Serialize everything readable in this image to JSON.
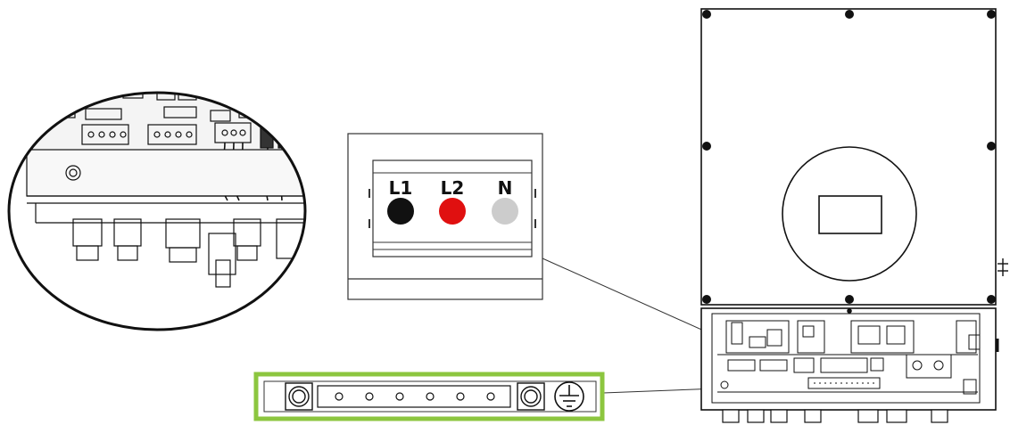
{
  "terminal_labels": [
    "L1",
    "L2",
    "N"
  ],
  "colors": {
    "l1_terminal": "#111111",
    "l2_terminal": "#e01010",
    "n_terminal": "#cccccc",
    "ground_bar_highlight": "#8cc63f",
    "line_art": "#111111",
    "background": "#ffffff"
  },
  "icons": [
    "ground-symbol-icon",
    "terminal-screw-icon"
  ],
  "ground_bar_holes": 6
}
